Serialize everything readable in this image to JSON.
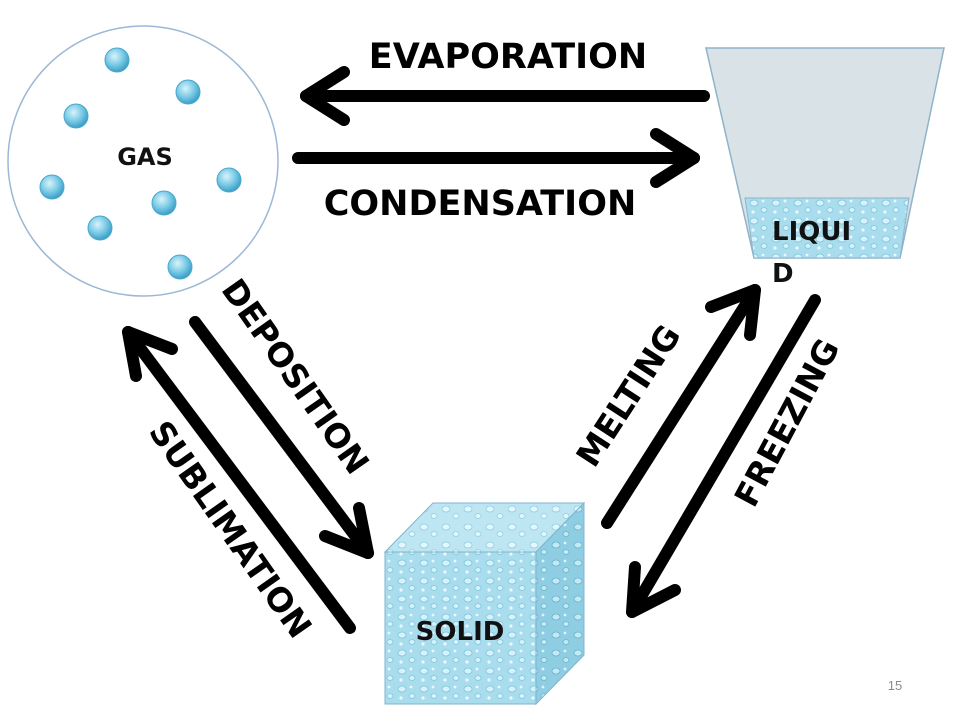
{
  "states": {
    "gas": "GAS",
    "liquid_line1": "LIQUI",
    "liquid_line2": "D",
    "solid": "SOLID"
  },
  "transitions": {
    "evaporation": "EVAPORATION",
    "condensation": "CONDENSATION",
    "deposition": "DEPOSITION",
    "sublimation": "SUBLIMATION",
    "melting": "MELTING",
    "freezing": "FREEZING"
  },
  "page_number": "15",
  "colors": {
    "arrow": "#000000",
    "gas_circle_stroke": "#9db7d6",
    "molecule": "#6fc3e3",
    "liquid": "#9fd8ea",
    "cup_empty": "#d9e2e6",
    "ice": "#a7dcea"
  }
}
